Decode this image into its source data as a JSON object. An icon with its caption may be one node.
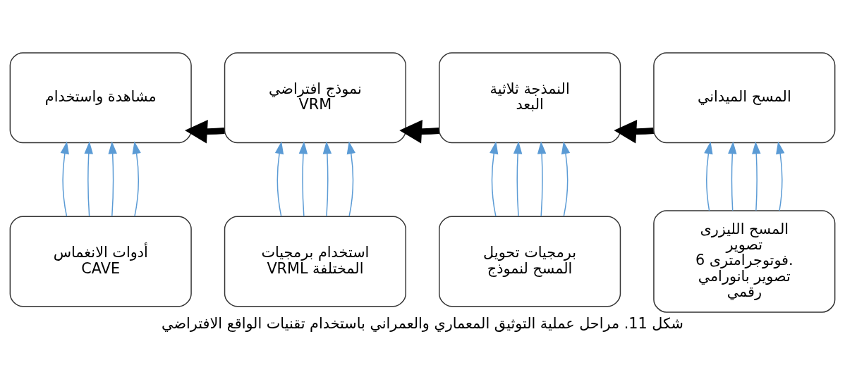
{
  "diagram": {
    "caption": "شكل 11. مراحل عملية التوثيق المعماري والعمراني باستخدام تقنيات الواقع الافتراضي",
    "nodes": [
      {
        "text": [
          "المسح الميداني"
        ]
      },
      {
        "text": [
          "النمذجة ثلاثية البعد"
        ]
      },
      {
        "text": [
          "نموذج افتراضي VRM"
        ]
      },
      {
        "text": [
          "مشاهدة واستخدام"
        ]
      },
      {
        "text": [
          "المسح الليزرى تصوير فوتوجرامترى 6. تصوير بانورامي رقمي"
        ]
      },
      {
        "text": [
          "برمجيات تحويل المسح لنموذج"
        ]
      },
      {
        "text": [
          "استخدام برمجيات VRML المختلفة"
        ]
      },
      {
        "text": [
          "أدوات الانغماس CAVE"
        ]
      }
    ],
    "edges": [
      {
        "from": 0,
        "to": 1,
        "arrow": "to",
        "style": "thick",
        "color": "#000000"
      },
      {
        "from": 1,
        "to": 2,
        "arrow": "to",
        "style": "thick",
        "color": "#000000"
      },
      {
        "from": 2,
        "to": 3,
        "arrow": "to",
        "style": "thick",
        "color": "#000000"
      },
      {
        "from": 4,
        "to": 0,
        "arrow": "to",
        "color": "#5b9bd5"
      },
      {
        "from": 4,
        "to": 0,
        "arrow": "to",
        "color": "#5b9bd5"
      },
      {
        "from": 4,
        "to": 0,
        "arrow": "to",
        "color": "#5b9bd5"
      },
      {
        "from": 4,
        "to": 0,
        "arrow": "to",
        "color": "#5b9bd5"
      },
      {
        "from": 5,
        "to": 1,
        "arrow": "to",
        "color": "#5b9bd5"
      },
      {
        "from": 5,
        "to": 1,
        "arrow": "to",
        "color": "#5b9bd5"
      },
      {
        "from": 5,
        "to": 1,
        "arrow": "to",
        "color": "#5b9bd5"
      },
      {
        "from": 5,
        "to": 1,
        "arrow": "to",
        "color": "#5b9bd5"
      },
      {
        "from": 6,
        "to": 2,
        "arrow": "to",
        "color": "#5b9bd5"
      },
      {
        "from": 6,
        "to": 2,
        "arrow": "to",
        "color": "#5b9bd5"
      },
      {
        "from": 6,
        "to": 2,
        "arrow": "to",
        "color": "#5b9bd5"
      },
      {
        "from": 6,
        "to": 2,
        "arrow": "to",
        "color": "#5b9bd5"
      },
      {
        "from": 7,
        "to": 3,
        "arrow": "to",
        "color": "#5b9bd5"
      },
      {
        "from": 7,
        "to": 3,
        "arrow": "to",
        "color": "#5b9bd5"
      },
      {
        "from": 7,
        "to": 3,
        "arrow": "to",
        "color": "#5b9bd5"
      },
      {
        "from": 7,
        "to": 3,
        "arrow": "to",
        "color": "#5b9bd5"
      }
    ]
  }
}
